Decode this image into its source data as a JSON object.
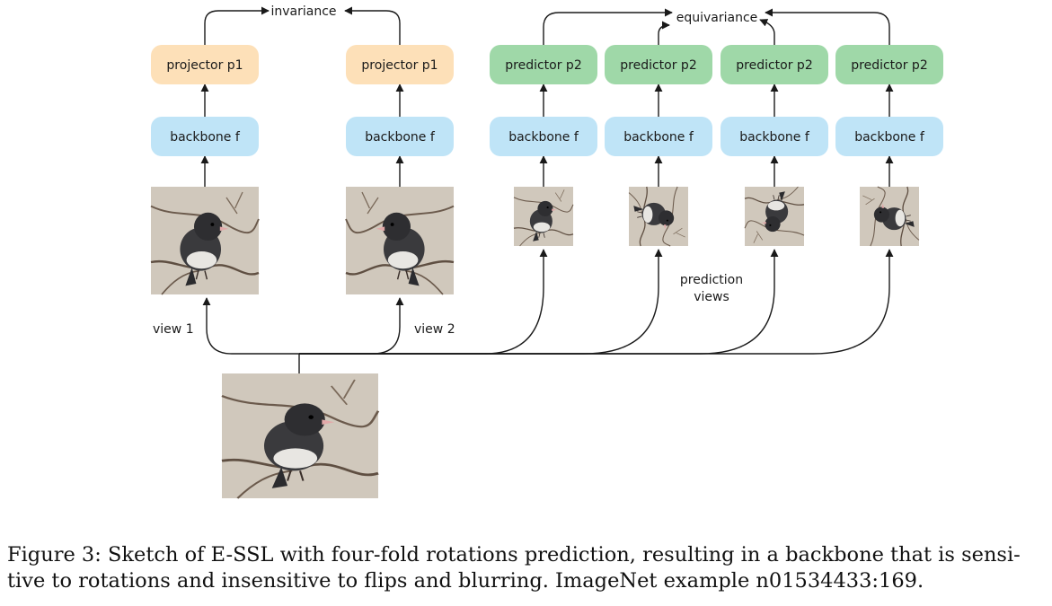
{
  "labels": {
    "invariance": "invariance",
    "equivariance": "equivariance",
    "view1": "view 1",
    "view2": "view 2",
    "prediction_views_line1": "prediction",
    "prediction_views_line2": "views"
  },
  "nodes": {
    "projector": "projector p1",
    "predictor": "predictor p2",
    "backbone": "backbone f"
  },
  "colors": {
    "projector_fill": "#fde0b8",
    "predictor_fill": "#9fd8a8",
    "backbone_fill": "#bfe4f7",
    "edge": "#1a1a1a"
  },
  "caption": {
    "line1": "Figure 3: Sketch of E-SSL with four-fold rotations prediction, resulting in a backbone that is sensi-",
    "line2": "tive to rotations and insensitive to flips and blurring. ImageNet example n01534433:169."
  }
}
